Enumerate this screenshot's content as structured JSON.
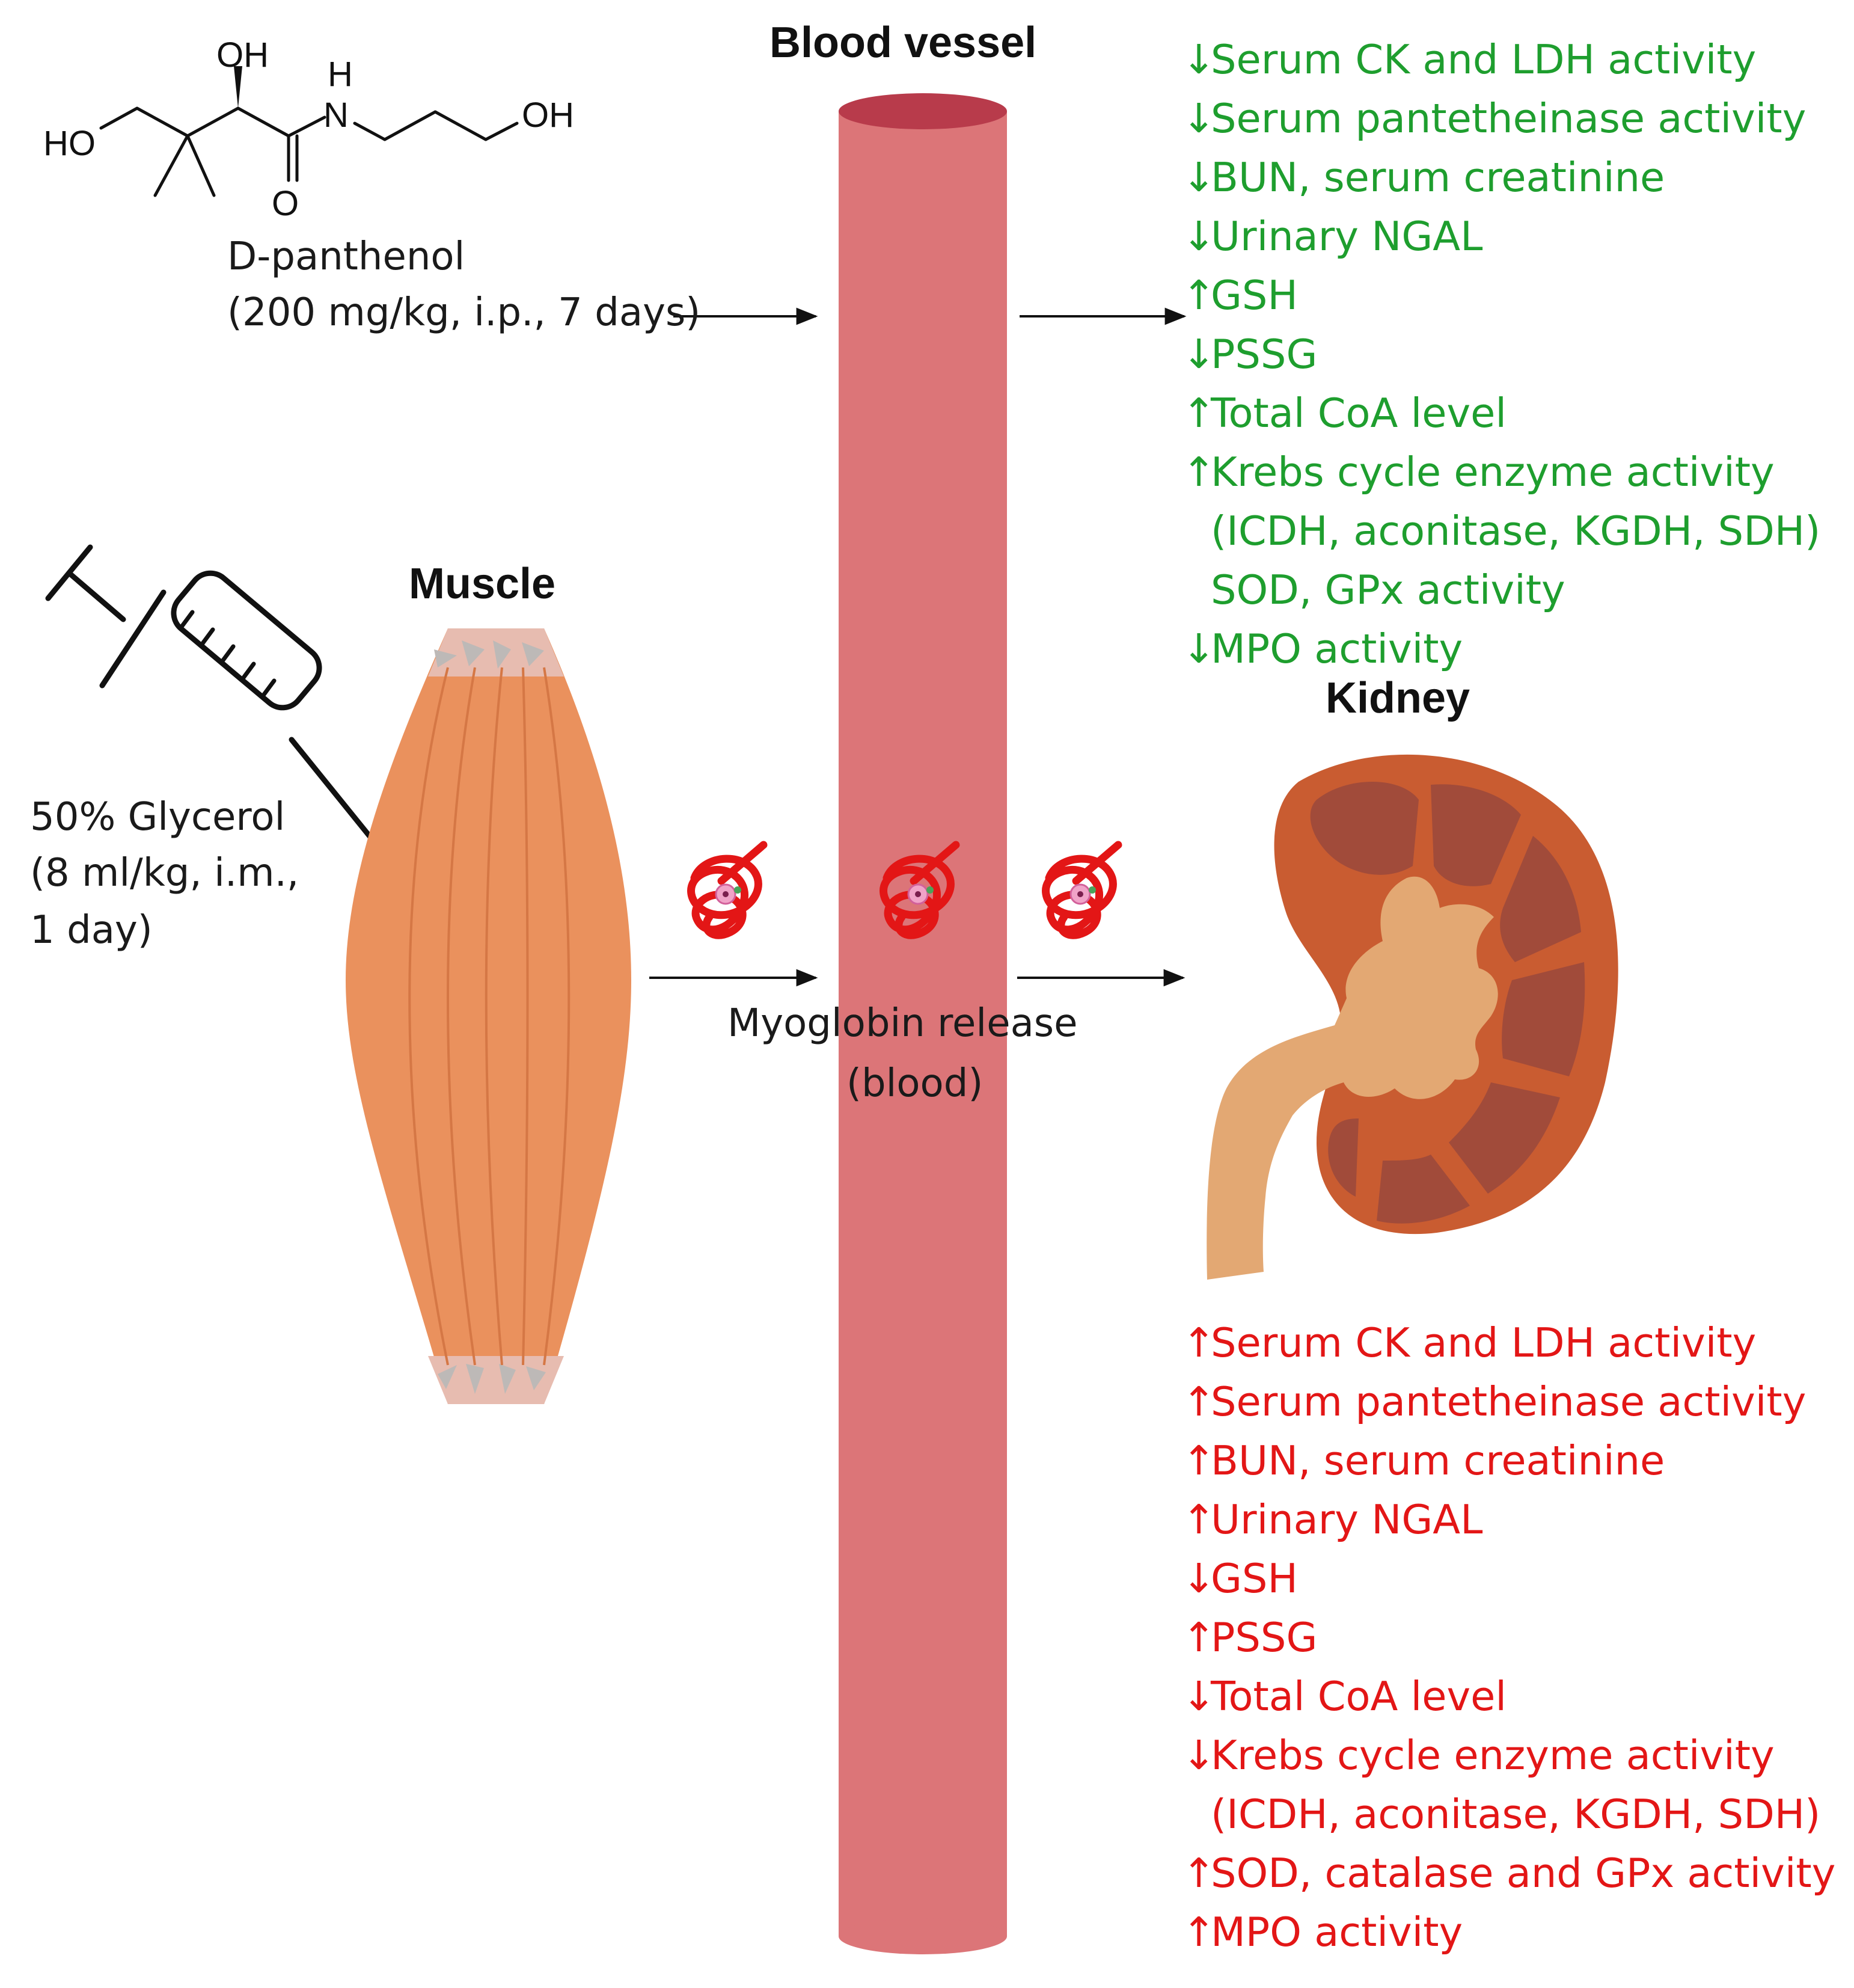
{
  "colors": {
    "green": "#1e9e2e",
    "red": "#e31616",
    "vessel": "#dc7578",
    "vessel_top": "#b83b4b",
    "muscle": "#ea915d",
    "kidney_outer": "#c95c31",
    "kidney_lobe": "#a14b3a",
    "ureter": "#e3a873"
  },
  "titles": {
    "blood_vessel": "Blood vessel",
    "muscle": "Muscle",
    "kidney": "Kidney"
  },
  "structure": {
    "atoms": {
      "ho_left": "HO",
      "oh_top": "OH",
      "h": "H",
      "n": "N",
      "oh_right": "OH",
      "o": "O"
    }
  },
  "treatment": {
    "name": "D-panthenol",
    "dose": "(200 mg/kg, i.p., 7 days)"
  },
  "injection": {
    "lines": [
      "50% Glycerol",
      "(8 ml/kg, i.m.,",
      "1 day)"
    ]
  },
  "myoglobin": {
    "lines": [
      "Myoglobin release",
      "(blood)"
    ]
  },
  "icons": [
    "syringe-icon",
    "myoglobin-icon",
    "muscle-icon",
    "kidney-icon",
    "blood-vessel-icon"
  ],
  "effects_treated": [
    {
      "dir": "down",
      "text": "Serum CK and LDH activity"
    },
    {
      "dir": "down",
      "text": "Serum pantetheinase activity"
    },
    {
      "dir": "down",
      "text": "BUN, serum creatinine"
    },
    {
      "dir": "down",
      "text": "Urinary NGAL"
    },
    {
      "dir": "up",
      "text": "GSH"
    },
    {
      "dir": "down",
      "text": "PSSG"
    },
    {
      "dir": "up",
      "text": "Total CoA level"
    },
    {
      "dir": "up",
      "text": "Krebs cycle enzyme activity"
    },
    {
      "dir": "none",
      "text": "(ICDH, aconitase, KGDH, SDH)"
    },
    {
      "dir": "none",
      "text": "SOD, GPx activity"
    },
    {
      "dir": "down",
      "text": "MPO activity"
    }
  ],
  "effects_injury": [
    {
      "dir": "up",
      "text": "Serum CK and LDH activity"
    },
    {
      "dir": "up",
      "text": "Serum pantetheinase activity"
    },
    {
      "dir": "up",
      "text": "BUN, serum creatinine"
    },
    {
      "dir": "up",
      "text": "Urinary NGAL"
    },
    {
      "dir": "down",
      "text": "GSH"
    },
    {
      "dir": "up",
      "text": "PSSG"
    },
    {
      "dir": "down",
      "text": "Total CoA level"
    },
    {
      "dir": "down",
      "text": "Krebs cycle enzyme activity"
    },
    {
      "dir": "none",
      "text": "(ICDH, aconitase, KGDH, SDH)"
    },
    {
      "dir": "up",
      "text": "SOD, catalase and GPx activity"
    },
    {
      "dir": "up",
      "text": "MPO activity"
    }
  ]
}
